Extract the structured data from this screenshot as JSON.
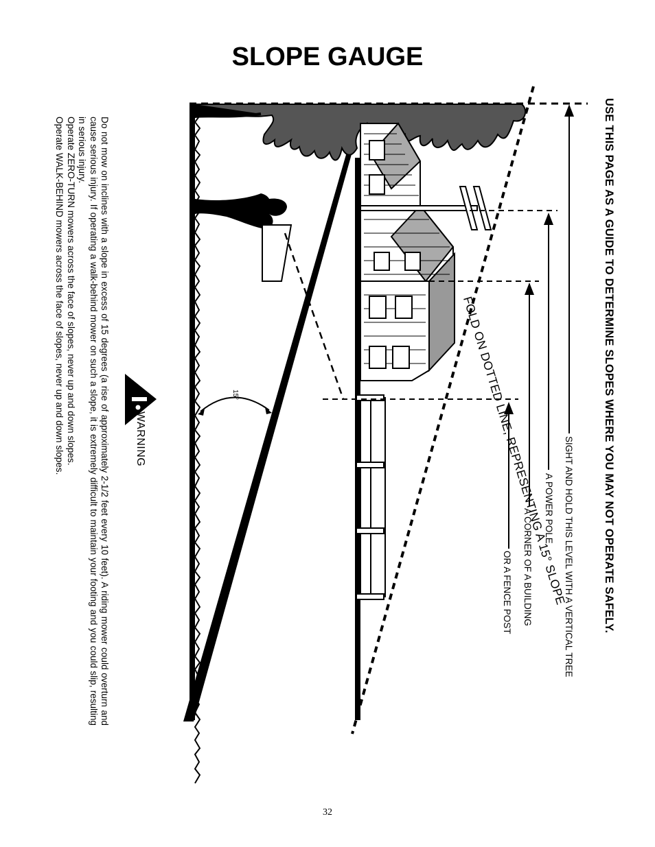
{
  "title": "SLOPE GAUGE",
  "instruction_heading": "USE THIS PAGE AS A GUIDE TO DETERMINE SLOPES WHERE YOU MAY NOT OPERATE SAFELY.",
  "annotations": {
    "tree": "SIGHT AND HOLD THIS LEVEL WITH A VERTICAL TREE",
    "power_pole": "A POWER POLE",
    "building": "A CORNER OF A BUILDING",
    "fence": "OR A FENCE POST"
  },
  "fold_line_label": "FOLD ON DOTTED LINE, REPRESENTING A 15° SLOPE",
  "angle_label": "15°",
  "warning": {
    "label": "WARNING",
    "body_line1": "Do not mow on inclines with a slope in excess of 15 degrees (a rise of approximately 2-1/2 feet every 10 feet).  A riding mower could overturn and cause serious injury.  If operating a walk-behind mower on such a slope, it is extremely difficult to maintain your footing and you could slip, resulting in serious injury.",
    "body_line2": "Operate ZERO-TURN mowers across the face of slopes, never up and down slopes.",
    "body_line3": "Operate WALK-BEHIND mowers across the face of slopes, never up and down slopes."
  },
  "page_number": "32"
}
